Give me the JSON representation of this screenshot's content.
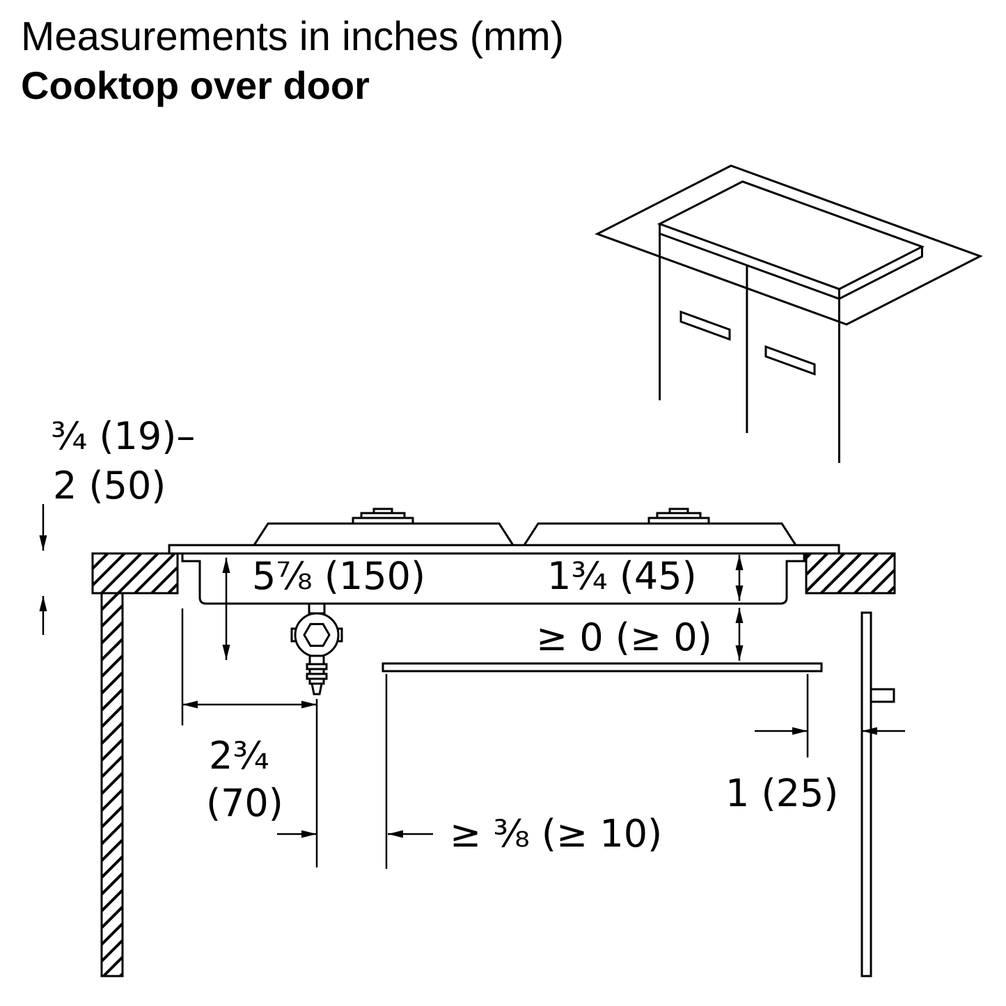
{
  "title": {
    "line1": "Measurements in inches (mm)",
    "line2": "Cooktop over door"
  },
  "labels": {
    "counter_thickness": {
      "line1": "³⁄₄ (19)–",
      "line2": "2 (50)"
    },
    "clearance_below_counter": "5⁷⁄₈ (150)",
    "cooktop_depth": "1³⁄₄ (45)",
    "gap_above_door": "≥ 0 (≥ 0)",
    "gas_connection_offset": {
      "inches": "2³⁄₄",
      "mm": "(70)"
    },
    "rear_gap": "1 (25)",
    "min_door_clearance": "≥ ³⁄₈ (≥ 10)"
  },
  "colors": {
    "line": "#000000",
    "background": "#ffffff"
  }
}
